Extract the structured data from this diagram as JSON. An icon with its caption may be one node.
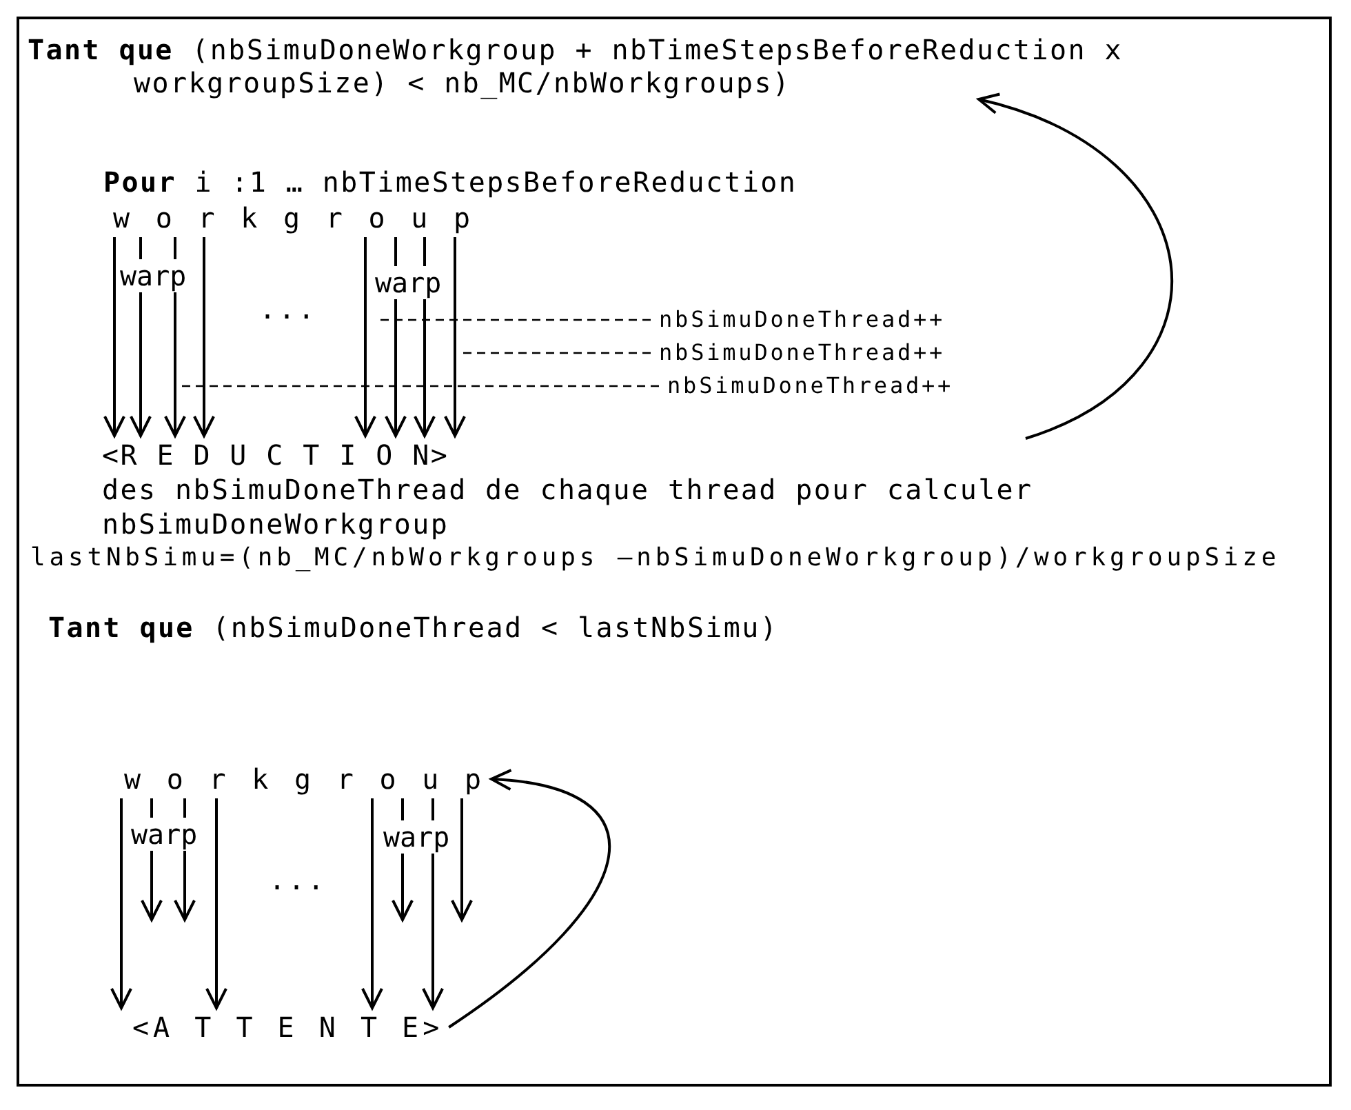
{
  "diagram": {
    "nodes": [
      {
        "text": [
          "**Tant que** (nbSimuDoneWorkgroup + nbTimeStepsBeforeReduction x workgroupSize) < nb_MC/nbWorkgroups)"
        ]
      },
      {
        "text": [
          "w o r k g r o u p"
        ]
      },
      {
        "text": [
          "<R E D U C T I O N>",
          "des nbSimuDoneThread de chaque thread pour calculer nbSimuDoneWorkgroup"
        ]
      },
      {
        "text": [
          "nbSimuDoneThread++"
        ]
      },
      {
        "text": [
          "nbSimuDoneThread++"
        ]
      },
      {
        "text": [
          "nbSimuDoneThread++"
        ]
      },
      {
        "text": [
          "w o r k g r o u p"
        ]
      },
      {
        "text": [
          "<A T T E N T E>"
        ]
      }
    ],
    "edges": [
      {
        "from": 1,
        "to": 2,
        "arrow": "to"
      },
      {
        "from": 1,
        "to": 2,
        "arrow": "to"
      },
      {
        "from": 1,
        "to": 2,
        "arrow": "to"
      },
      {
        "from": 1,
        "to": 2,
        "arrow": "to"
      },
      {
        "from": 1,
        "to": 2,
        "arrow": "to"
      },
      {
        "from": 1,
        "to": 2,
        "arrow": "to"
      },
      {
        "from": 1,
        "to": 2,
        "arrow": "to"
      },
      {
        "from": 1,
        "to": 2,
        "arrow": "to"
      },
      {
        "from": 3,
        "to": null,
        "arrow": "none",
        "style": "dashed"
      },
      {
        "from": 4,
        "to": null,
        "arrow": "none",
        "style": "dashed"
      },
      {
        "from": 5,
        "to": null,
        "arrow": "none",
        "style": "dashed"
      },
      {
        "from": 2,
        "to": 0,
        "arrow": "to"
      },
      {
        "from": 6,
        "to": 7,
        "arrow": "to"
      },
      {
        "from": 6,
        "to": 7,
        "arrow": "to"
      },
      {
        "from": 6,
        "to": 7,
        "arrow": "to"
      },
      {
        "from": 6,
        "to": 7,
        "arrow": "to"
      },
      {
        "from": 6,
        "to": null,
        "arrow": "to"
      },
      {
        "from": 6,
        "to": null,
        "arrow": "to"
      },
      {
        "from": 6,
        "to": null,
        "arrow": "to"
      },
      {
        "from": 6,
        "to": null,
        "arrow": "to"
      },
      {
        "from": 7,
        "to": 6,
        "arrow": "to"
      }
    ],
    "labels": [
      "**Pour** i :1 … nbTimeStepsBeforeReduction",
      "warp",
      "warp",
      "...",
      "lastNbSimu=(nb_MC/nbWorkgroups –nbSimuDoneWorkgroup)/workgroupSize",
      "**Tant que** (nbSimuDoneThread < lastNbSimu)",
      "warp",
      "warp",
      "..."
    ]
  }
}
